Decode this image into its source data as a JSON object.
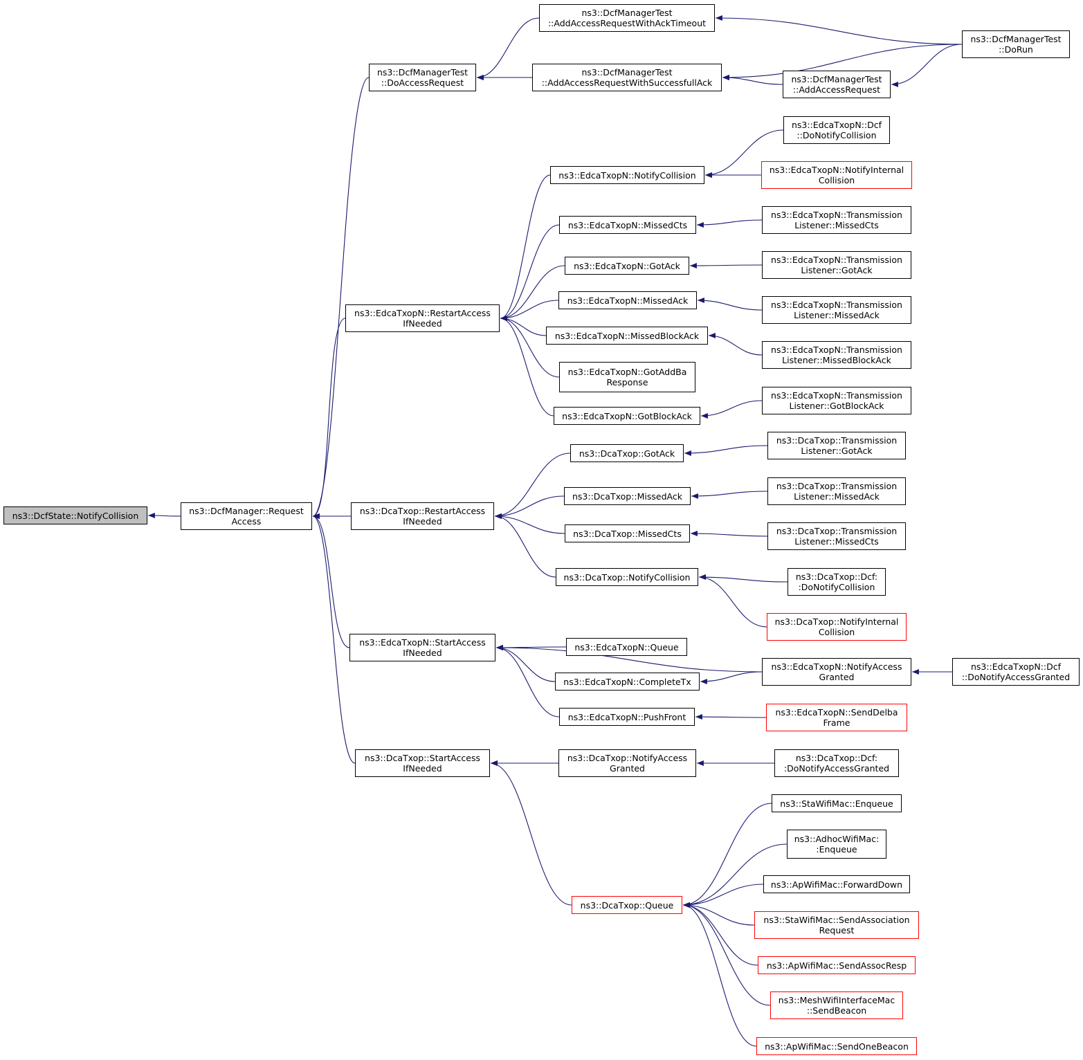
{
  "colors": {
    "edge": "#191970",
    "node_border": "#000000",
    "truncated_border": "#ff0000",
    "root_fill": "#bfbfbf"
  },
  "nodes": [
    {
      "id": "root",
      "lines": [
        "ns3::DcfState::NotifyCollision"
      ],
      "root": true
    },
    {
      "id": "reqaccess",
      "lines": [
        "ns3::DcfManager::Request",
        "Access"
      ]
    },
    {
      "id": "doaccessreq",
      "lines": [
        "ns3::DcfManagerTest",
        "::DoAccessRequest"
      ]
    },
    {
      "id": "edca_restart",
      "lines": [
        "ns3::EdcaTxopN::RestartAccess",
        "IfNeeded"
      ]
    },
    {
      "id": "dca_restart",
      "lines": [
        "ns3::DcaTxop::RestartAccess",
        "IfNeeded"
      ]
    },
    {
      "id": "edca_start",
      "lines": [
        "ns3::EdcaTxopN::StartAccess",
        "IfNeeded"
      ]
    },
    {
      "id": "dca_start",
      "lines": [
        "ns3::DcaTxop::StartAccess",
        "IfNeeded"
      ]
    },
    {
      "id": "addack_timeout",
      "lines": [
        "ns3::DcfManagerTest",
        "::AddAccessRequestWithAckTimeout"
      ]
    },
    {
      "id": "addack_success",
      "lines": [
        "ns3::DcfManagerTest",
        "::AddAccessRequestWithSuccessfullAck"
      ]
    },
    {
      "id": "addaccessreq",
      "lines": [
        "ns3::DcfManagerTest",
        "::AddAccessRequest"
      ]
    },
    {
      "id": "dorun",
      "lines": [
        "ns3::DcfManagerTest",
        "::DoRun"
      ]
    },
    {
      "id": "edca_notifycoll",
      "lines": [
        "ns3::EdcaTxopN::NotifyCollision"
      ]
    },
    {
      "id": "edca_dcf_donotifycoll",
      "lines": [
        "ns3::EdcaTxopN::Dcf",
        "::DoNotifyCollision"
      ]
    },
    {
      "id": "edca_notifyintcoll",
      "lines": [
        "ns3::EdcaTxopN::NotifyInternal",
        "Collision"
      ],
      "truncated": true
    },
    {
      "id": "edca_missedcts",
      "lines": [
        "ns3::EdcaTxopN::MissedCts"
      ]
    },
    {
      "id": "edca_tl_missedcts",
      "lines": [
        "ns3::EdcaTxopN::Transmission",
        "Listener::MissedCts"
      ]
    },
    {
      "id": "edca_gotack",
      "lines": [
        "ns3::EdcaTxopN::GotAck"
      ]
    },
    {
      "id": "edca_tl_gotack",
      "lines": [
        "ns3::EdcaTxopN::Transmission",
        "Listener::GotAck"
      ]
    },
    {
      "id": "edca_missedack",
      "lines": [
        "ns3::EdcaTxopN::MissedAck"
      ]
    },
    {
      "id": "edca_tl_missedack",
      "lines": [
        "ns3::EdcaTxopN::Transmission",
        "Listener::MissedAck"
      ]
    },
    {
      "id": "edca_missedblockack",
      "lines": [
        "ns3::EdcaTxopN::MissedBlockAck"
      ]
    },
    {
      "id": "edca_tl_missedblockack",
      "lines": [
        "ns3::EdcaTxopN::Transmission",
        "Listener::MissedBlockAck"
      ]
    },
    {
      "id": "edca_gotaddba",
      "lines": [
        "ns3::EdcaTxopN::GotAddBa",
        "Response"
      ]
    },
    {
      "id": "edca_gotblockack",
      "lines": [
        "ns3::EdcaTxopN::GotBlockAck"
      ]
    },
    {
      "id": "edca_tl_gotblockack",
      "lines": [
        "ns3::EdcaTxopN::Transmission",
        "Listener::GotBlockAck"
      ]
    },
    {
      "id": "dca_gotack",
      "lines": [
        "ns3::DcaTxop::GotAck"
      ]
    },
    {
      "id": "dca_tl_gotack",
      "lines": [
        "ns3::DcaTxop::Transmission",
        "Listener::GotAck"
      ]
    },
    {
      "id": "dca_missedack",
      "lines": [
        "ns3::DcaTxop::MissedAck"
      ]
    },
    {
      "id": "dca_tl_missedack",
      "lines": [
        "ns3::DcaTxop::Transmission",
        "Listener::MissedAck"
      ]
    },
    {
      "id": "dca_missedcts",
      "lines": [
        "ns3::DcaTxop::MissedCts"
      ]
    },
    {
      "id": "dca_tl_missedcts",
      "lines": [
        "ns3::DcaTxop::Transmission",
        "Listener::MissedCts"
      ]
    },
    {
      "id": "dca_notifycoll",
      "lines": [
        "ns3::DcaTxop::NotifyCollision"
      ]
    },
    {
      "id": "dca_dcf_donotifycoll",
      "lines": [
        "ns3::DcaTxop::Dcf:",
        ":DoNotifyCollision"
      ]
    },
    {
      "id": "dca_notifyintcoll",
      "lines": [
        "ns3::DcaTxop::NotifyInternal",
        "Collision"
      ],
      "truncated": true
    },
    {
      "id": "edca_queue",
      "lines": [
        "ns3::EdcaTxopN::Queue"
      ]
    },
    {
      "id": "edca_completetx",
      "lines": [
        "ns3::EdcaTxopN::CompleteTx"
      ]
    },
    {
      "id": "edca_notifyaccessgranted",
      "lines": [
        "ns3::EdcaTxopN::NotifyAccess",
        "Granted"
      ]
    },
    {
      "id": "edca_dcf_donotifyaccessgranted",
      "lines": [
        "ns3::EdcaTxopN::Dcf",
        "::DoNotifyAccessGranted"
      ]
    },
    {
      "id": "edca_pushfront",
      "lines": [
        "ns3::EdcaTxopN::PushFront"
      ]
    },
    {
      "id": "edca_senddelba",
      "lines": [
        "ns3::EdcaTxopN::SendDelba",
        "Frame"
      ],
      "truncated": true
    },
    {
      "id": "dca_notifyaccessgranted",
      "lines": [
        "ns3::DcaTxop::NotifyAccess",
        "Granted"
      ]
    },
    {
      "id": "dca_dcf_donotifyaccessgranted",
      "lines": [
        "ns3::DcaTxop::Dcf:",
        ":DoNotifyAccessGranted"
      ]
    },
    {
      "id": "dca_queue",
      "lines": [
        "ns3::DcaTxop::Queue"
      ],
      "truncated": true
    },
    {
      "id": "sta_enqueue",
      "lines": [
        "ns3::StaWifiMac::Enqueue"
      ]
    },
    {
      "id": "adhoc_enqueue",
      "lines": [
        "ns3::AdhocWifiMac:",
        ":Enqueue"
      ]
    },
    {
      "id": "ap_forwarddown",
      "lines": [
        "ns3::ApWifiMac::ForwardDown"
      ]
    },
    {
      "id": "sta_sendassocreq",
      "lines": [
        "ns3::StaWifiMac::SendAssociation",
        "Request"
      ],
      "truncated": true
    },
    {
      "id": "ap_sendassocresp",
      "lines": [
        "ns3::ApWifiMac::SendAssocResp"
      ],
      "truncated": true
    },
    {
      "id": "mesh_sendbeacon",
      "lines": [
        "ns3::MeshWifiInterfaceMac",
        "::SendBeacon"
      ],
      "truncated": true
    },
    {
      "id": "ap_sendonebeacon",
      "lines": [
        "ns3::ApWifiMac::SendOneBeacon"
      ],
      "truncated": true
    }
  ],
  "edges": [
    [
      "reqaccess",
      "root"
    ],
    [
      "doaccessreq",
      "reqaccess"
    ],
    [
      "edca_restart",
      "reqaccess"
    ],
    [
      "dca_restart",
      "reqaccess"
    ],
    [
      "edca_start",
      "reqaccess"
    ],
    [
      "dca_start",
      "reqaccess"
    ],
    [
      "addack_timeout",
      "doaccessreq"
    ],
    [
      "addack_success",
      "doaccessreq"
    ],
    [
      "dorun",
      "addack_timeout"
    ],
    [
      "dorun",
      "addack_success"
    ],
    [
      "addaccessreq",
      "addack_success"
    ],
    [
      "dorun",
      "addaccessreq"
    ],
    [
      "edca_notifycoll",
      "edca_restart"
    ],
    [
      "edca_missedcts",
      "edca_restart"
    ],
    [
      "edca_gotack",
      "edca_restart"
    ],
    [
      "edca_missedack",
      "edca_restart"
    ],
    [
      "edca_missedblockack",
      "edca_restart"
    ],
    [
      "edca_gotaddba",
      "edca_restart"
    ],
    [
      "edca_gotblockack",
      "edca_restart"
    ],
    [
      "edca_dcf_donotifycoll",
      "edca_notifycoll"
    ],
    [
      "edca_notifyintcoll",
      "edca_notifycoll"
    ],
    [
      "edca_tl_missedcts",
      "edca_missedcts"
    ],
    [
      "edca_tl_gotack",
      "edca_gotack"
    ],
    [
      "edca_tl_missedack",
      "edca_missedack"
    ],
    [
      "edca_tl_missedblockack",
      "edca_missedblockack"
    ],
    [
      "edca_tl_gotblockack",
      "edca_gotblockack"
    ],
    [
      "dca_gotack",
      "dca_restart"
    ],
    [
      "dca_missedack",
      "dca_restart"
    ],
    [
      "dca_missedcts",
      "dca_restart"
    ],
    [
      "dca_notifycoll",
      "dca_restart"
    ],
    [
      "dca_tl_gotack",
      "dca_gotack"
    ],
    [
      "dca_tl_missedack",
      "dca_missedack"
    ],
    [
      "dca_tl_missedcts",
      "dca_missedcts"
    ],
    [
      "dca_dcf_donotifycoll",
      "dca_notifycoll"
    ],
    [
      "dca_notifyintcoll",
      "dca_notifycoll"
    ],
    [
      "edca_notifyaccessgranted",
      "edca_start"
    ],
    [
      "edca_queue",
      "edca_start"
    ],
    [
      "edca_completetx",
      "edca_start"
    ],
    [
      "edca_pushfront",
      "edca_start"
    ],
    [
      "edca_notifyaccessgranted",
      "edca_completetx"
    ],
    [
      "edca_dcf_donotifyaccessgranted",
      "edca_notifyaccessgranted"
    ],
    [
      "edca_senddelba",
      "edca_pushfront"
    ],
    [
      "dca_notifyaccessgranted",
      "dca_start"
    ],
    [
      "dca_queue",
      "dca_start"
    ],
    [
      "dca_dcf_donotifyaccessgranted",
      "dca_notifyaccessgranted"
    ],
    [
      "sta_enqueue",
      "dca_queue"
    ],
    [
      "adhoc_enqueue",
      "dca_queue"
    ],
    [
      "ap_forwarddown",
      "dca_queue"
    ],
    [
      "sta_sendassocreq",
      "dca_queue"
    ],
    [
      "ap_sendassocresp",
      "dca_queue"
    ],
    [
      "mesh_sendbeacon",
      "dca_queue"
    ],
    [
      "ap_sendonebeacon",
      "dca_queue"
    ]
  ]
}
